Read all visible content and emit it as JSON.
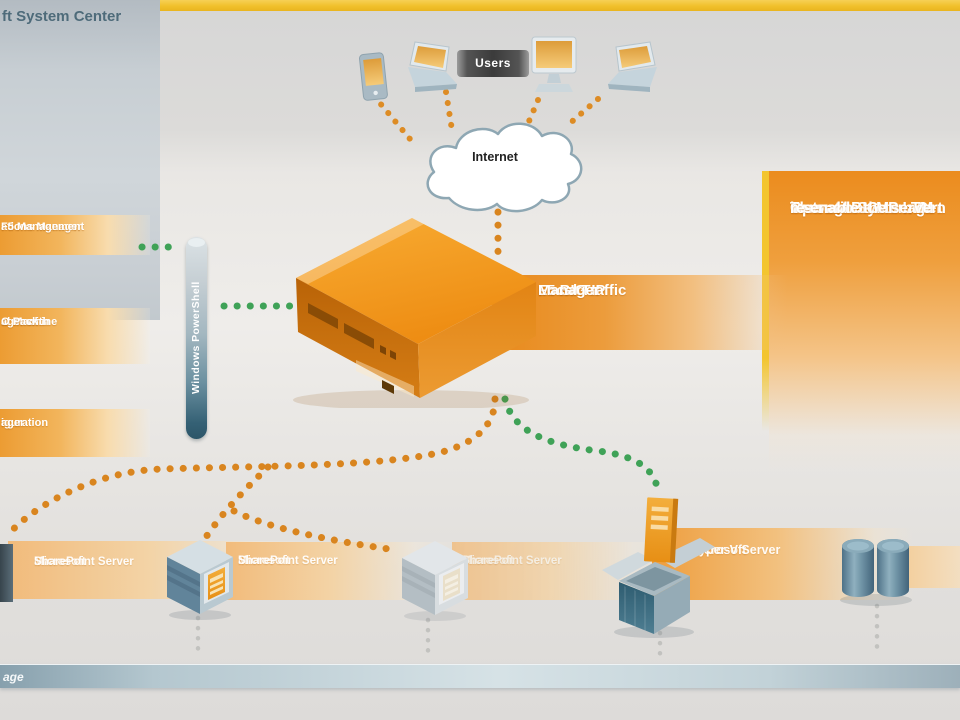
{
  "top": {
    "users_label": "Users",
    "internet_label": "Internet"
  },
  "left_panel": {
    "title": "ft System Center",
    "items": [
      {
        "lines": [
          "ations Manager",
          "F5 Management"
        ]
      },
      {
        "lines": [
          "al Machine",
          "ager with",
          "O Pack"
        ]
      },
      {
        "lines": [
          "iguration",
          "ager"
        ]
      }
    ]
  },
  "powershell": {
    "label": "Windows PowerShell"
  },
  "bigip": {
    "label_lines": [
      "F5 BIG-IP",
      "Local Traffic",
      "Manager"
    ]
  },
  "callout": {
    "lines": [
      "Through System Cen",
      "Operations Manage",
      "instruct BIG-IP LTM t",
      "re-enable the server"
    ]
  },
  "servers": {
    "sharepoint1": {
      "lines": [
        "Microsoft",
        "SharePoint Server"
      ]
    },
    "sharepoint2": {
      "lines": [
        "Microsoft",
        "SharePoint Server"
      ]
    },
    "sharepoint3": {
      "lines": [
        "Microsoft",
        "SharePoint Server"
      ]
    },
    "hyperv": {
      "lines": [
        "Microsoft",
        "Hyper-V Server"
      ]
    }
  },
  "storage": {
    "label": "age"
  },
  "colors": {
    "accent_orange": "#E8891B",
    "backbone_yellow": "#F2C42F",
    "traffic_dot_orange": "#D9851F",
    "control_dot_green": "#3FA257"
  }
}
